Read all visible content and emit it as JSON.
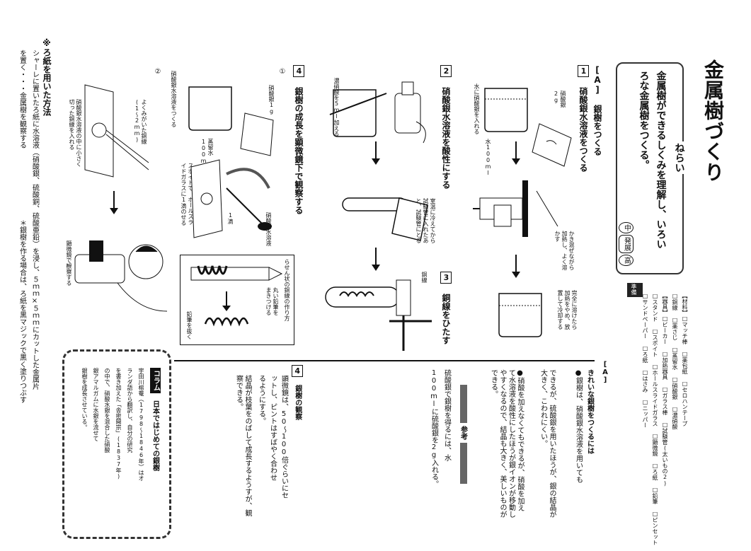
{
  "title": "金属樹づくり",
  "aim": {
    "label": "ねらい",
    "line1": "金属樹ができるしくみを理解し、いろい",
    "line2": "ろな金属樹をつくる。",
    "levels": [
      "中",
      "発展",
      "高"
    ]
  },
  "sectionA": "[A] 銀樹をつくる",
  "steps": {
    "s1": {
      "num": "1",
      "title": "硝酸銀水溶液をつくる",
      "label_ag": "硝酸銀\n2g",
      "label_water": "水に硝酸銀を入れる",
      "label_100": "水100ml",
      "label_heat": "かき混ぜながら加熱し、よく溶かす",
      "label_cool": "完全に溶けたら加熱をやめ、放置して冷却する"
    },
    "s2": {
      "num": "2",
      "title": "硝酸銀水溶液を酸性にする",
      "label_acid": "濃硝酸を5ml加える",
      "label_tube": "室温に冷えてから試験管に入れたあと、試験管にとる"
    },
    "s3": {
      "num": "3",
      "title": "銅線をひたす",
      "label_wire": "銅線"
    },
    "s4": {
      "num": "4",
      "title": "銀樹の成長を顕微鏡下で観察する",
      "sub1": "①",
      "sub2": "②",
      "label_ag1g": "硝酸銀1g",
      "label_water100": "蒸留水\n100ml",
      "label_solution": "硝酸銀水溶液をつくる",
      "label_dropper": "スポイトで、ホールスライドガラスに1滴のせる",
      "label_1drop": "1滴",
      "label_dropsol": "硝酸銀水溶液",
      "label_cut": "よくみがいた銅線\n(1～2mm)",
      "label_place": "硝酸銀水溶液の中に小さく切った銅線を入れる",
      "label_obs": "顕微鏡で観察する"
    }
  },
  "coil": {
    "title": "らせん状の銅線の作り方",
    "label_round": "丸い鉛筆をまきつける",
    "label_pull": "鉛筆を抜く"
  },
  "material": {
    "head": "準備",
    "line1": "【材料】□マッチ棒 □薬包紙 □セロハンテープ",
    "line2": "□銅線 □薬さじ □蒸留水 □硝酸銀 □濃硝酸",
    "line3": "【器具】□ビーカー □加熱器具 □ガラス棒 □試験管(太いもの2)",
    "line4": "□スタンド □スポイト □ホールスライドガラス □顕微鏡 □ろ紙 □鉛筆 □ピンセット",
    "line5": "□サンドペーパー □ろ紙 □はさみ □ニッパー"
  },
  "right": {
    "sectionA": "[A]",
    "tip_title": "きれいな銀樹をつくるには",
    "tip1": "●銀樹は、硝酸銀水溶液を用いても",
    "tip1b": "できるが、硫酸銀を用いたほうが、銀の結晶が大きく、こわれにくい。",
    "tip2": "●硝酸を加えなくてもできるが、硝酸を加えて水溶液を酸性にしたほうが銀イオンが移動しやすくなるので、結晶も大きく、美しいものができる。",
    "ref": "参考",
    "ref1": "硫酸銀で銀樹を得るには、水",
    "ref2": "100mlに硫酸銀を2g入れる。",
    "s4num": "4",
    "s4title": "銀樹の観察",
    "s4a": "顕微鏡は、50～100倍ぐらいにセ",
    "s4b": "ットし、ピントはすばやく合わせ",
    "s4c": "るようにする。",
    "s4d": "結晶が枝葉をのばして成長するようすが、観察できる。",
    "column_title": "コラム",
    "column_head": "日本ではじめての銀樹",
    "column1": "宇田川榕菴（1798～1846年）はオ",
    "column2": "ランダ語から翻訳し、自分の研究",
    "column3": "を書き加えた「舎密開宗」(1837年)",
    "column4": "の中で、硝酸水銀を混合した硝酸",
    "column5": "銀アマルガムに水銀を流せて",
    "column6": "銀樹を成長させている。"
  },
  "footer": {
    "title": "※ろ紙を用いた方法",
    "line1": "シャーレに置いたろ紙に水溶液（硝酸銀、硫酸銅、硫酸亜鉛）を浸し、５ｍｍ×５ｍｍにカットした金属片",
    "line2": "を置く・・・金属樹を観察する",
    "line3": "＊銀樹を作る場合は、ろ紙を黒マジックで黒く塗りつぶす"
  }
}
